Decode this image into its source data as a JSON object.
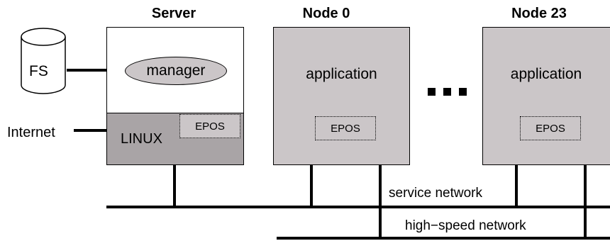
{
  "server": {
    "title": "Server",
    "manager": "manager",
    "os": "LINUX",
    "epos": "EPOS"
  },
  "fs": {
    "label": "FS"
  },
  "internet": {
    "label": "Internet"
  },
  "nodes": [
    {
      "title": "Node 0",
      "app": "application",
      "epos": "EPOS"
    },
    {
      "title": "Node 23",
      "app": "application",
      "epos": "EPOS"
    }
  ],
  "networks": {
    "service": "service network",
    "highspeed": "high−speed network"
  },
  "colors": {
    "node_fill": "#cbc6c8",
    "linux_fill": "#a9a4a6"
  }
}
